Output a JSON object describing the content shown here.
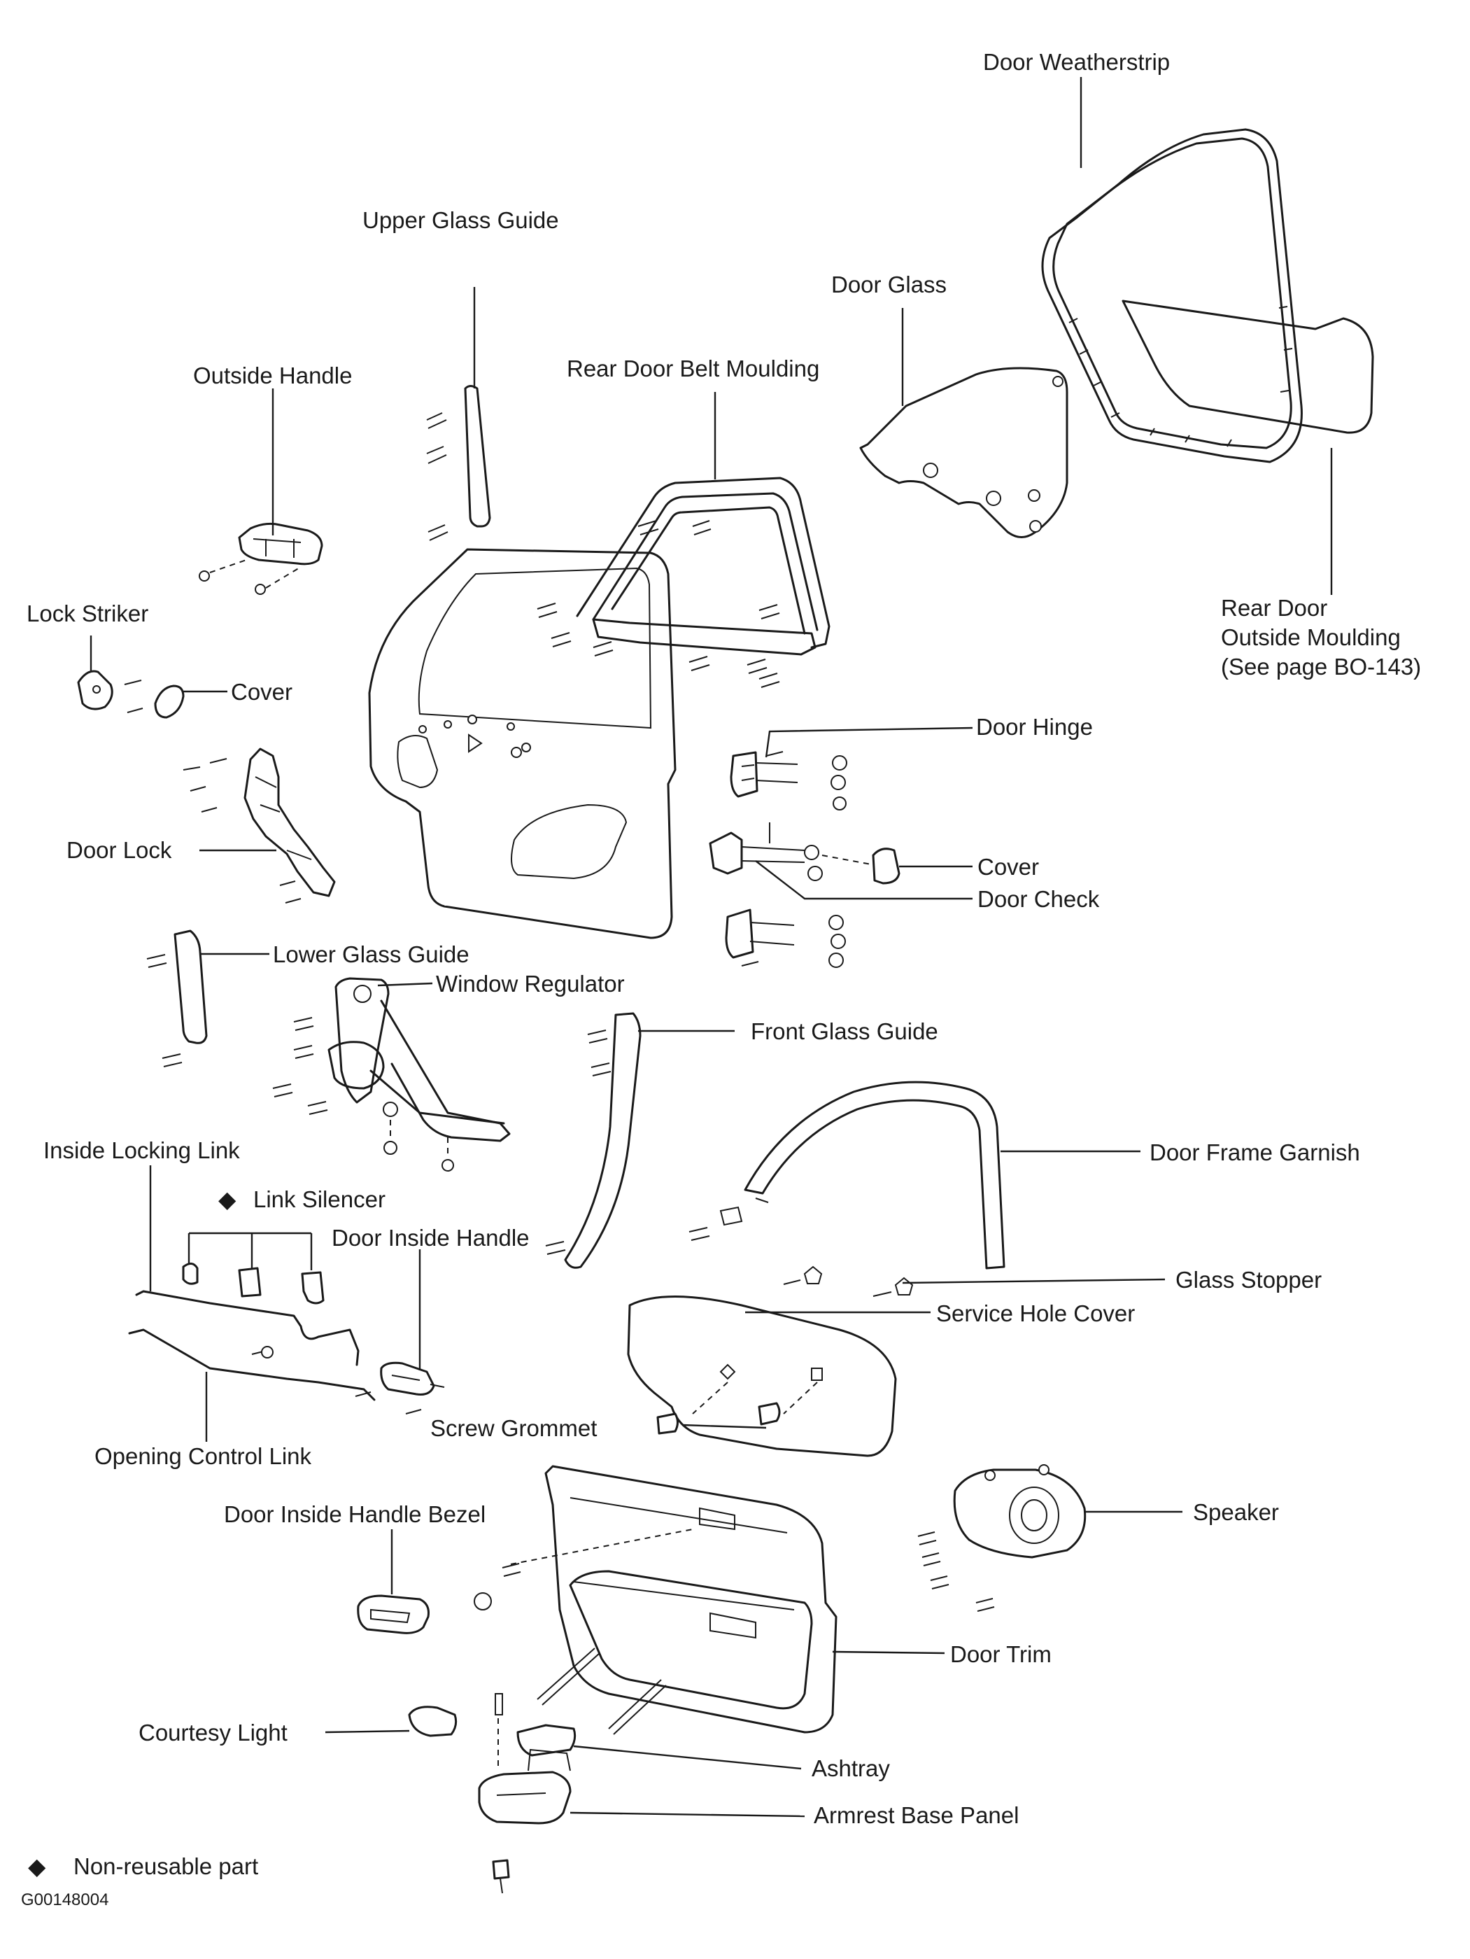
{
  "labels": {
    "door_weatherstrip": "Door Weatherstrip",
    "upper_glass_guide": "Upper Glass Guide",
    "door_glass": "Door Glass",
    "outside_handle": "Outside Handle",
    "rear_door_belt_moulding": "Rear Door Belt Moulding",
    "lock_striker": "Lock Striker",
    "cover_striker": "Cover",
    "rear_door_outside_moulding_1": "Rear Door",
    "rear_door_outside_moulding_2": "Outside Moulding",
    "rear_door_outside_moulding_3": "(See page BO-143)",
    "door_hinge": "Door Hinge",
    "door_lock": "Door Lock",
    "cover_check": "Cover",
    "door_check": "Door Check",
    "lower_glass_guide": "Lower Glass Guide",
    "window_regulator": "Window Regulator",
    "front_glass_guide": "Front Glass Guide",
    "inside_locking_link": "Inside Locking Link",
    "door_frame_garnish": "Door Frame Garnish",
    "link_silencer": "Link Silencer",
    "door_inside_handle": "Door Inside Handle",
    "glass_stopper": "Glass Stopper",
    "service_hole_cover": "Service Hole Cover",
    "screw_grommet": "Screw Grommet",
    "opening_control_link": "Opening Control Link",
    "door_inside_handle_bezel": "Door Inside Handle Bezel",
    "speaker": "Speaker",
    "door_trim": "Door Trim",
    "courtesy_light": "Courtesy Light",
    "ashtray": "Ashtray",
    "armrest_base_panel": "Armrest Base Panel"
  },
  "legend": {
    "symbol": "◆",
    "text": "Non-reusable part"
  },
  "figure_code": "G00148004"
}
